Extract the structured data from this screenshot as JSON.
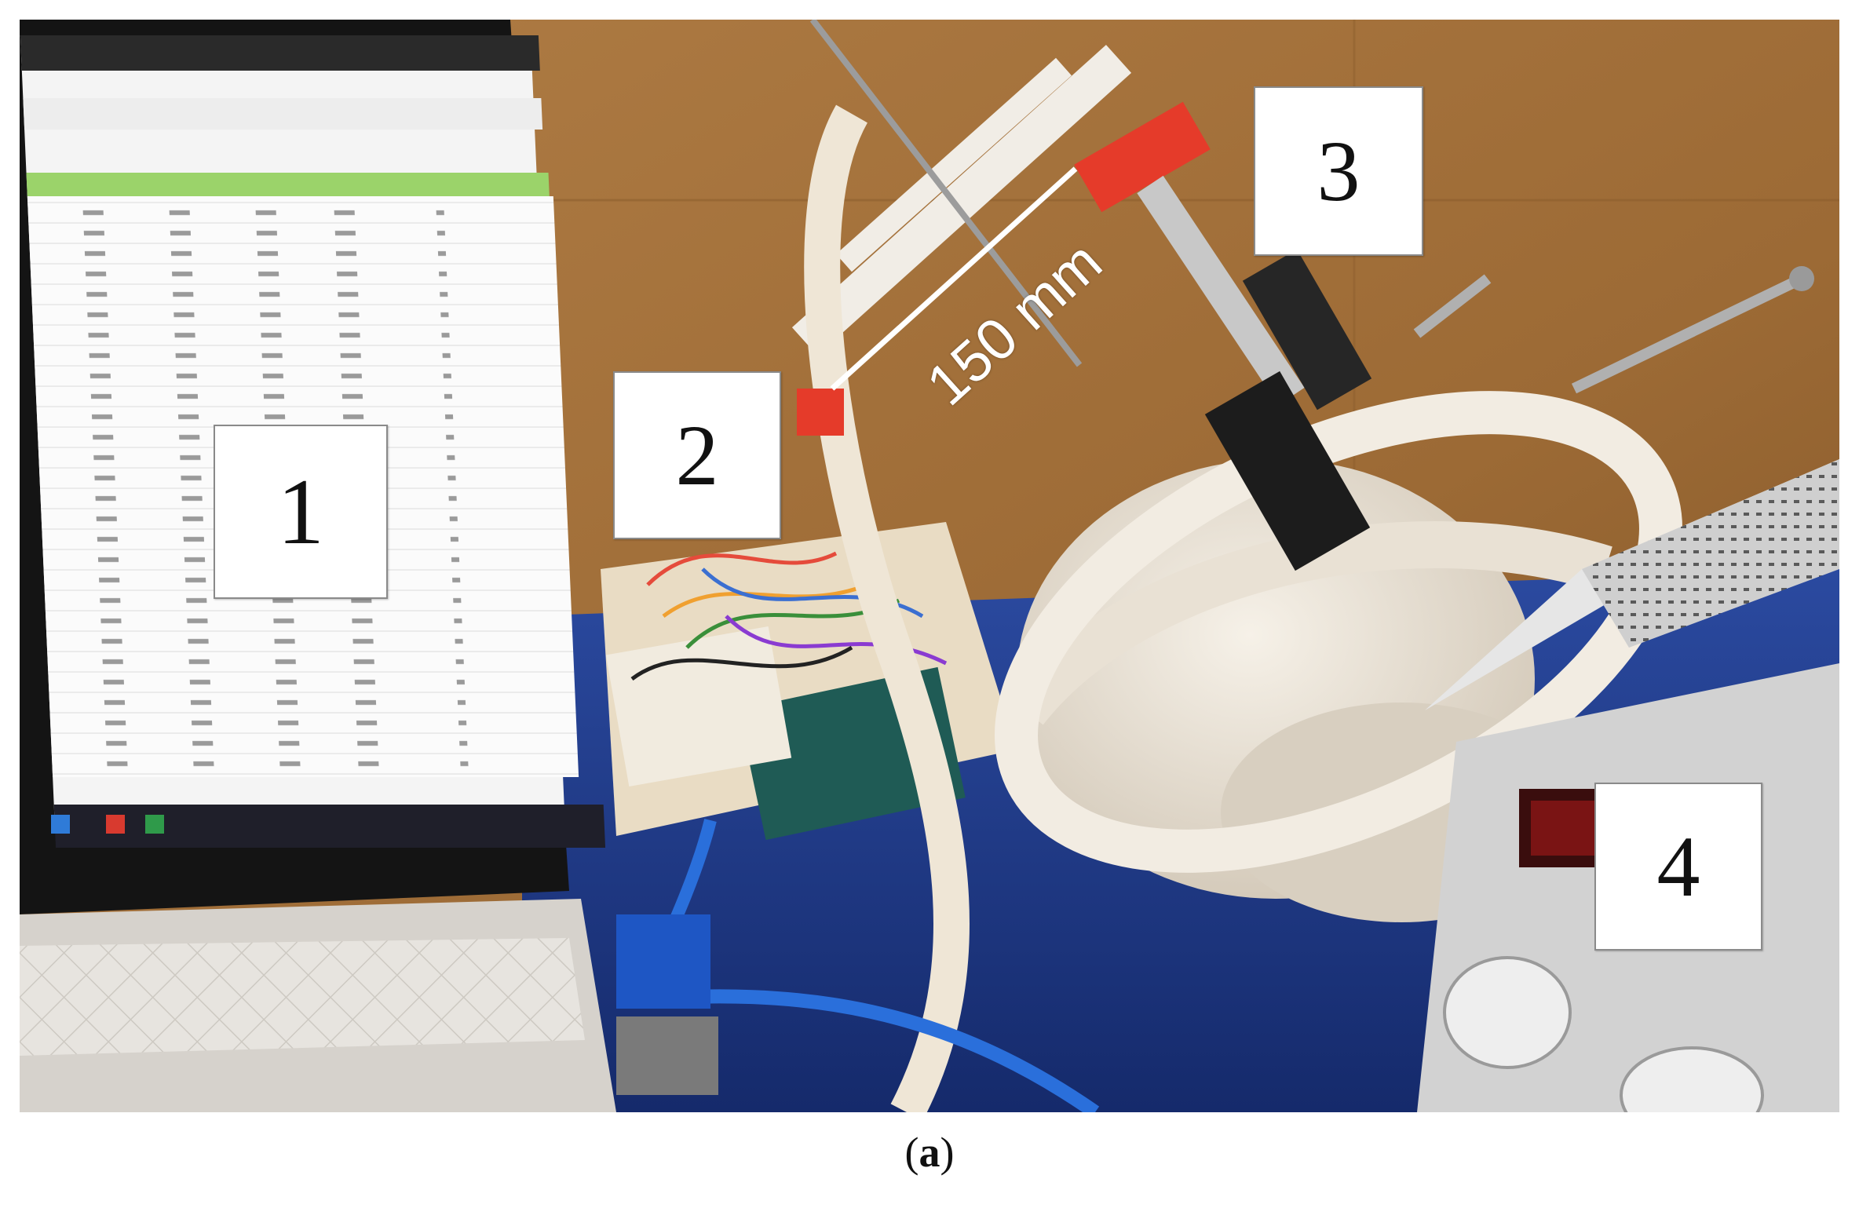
{
  "photo": {
    "alt": "",
    "labels": {
      "one": "1",
      "two": "2",
      "three": "3",
      "four": "4"
    },
    "dimension": "150 mm"
  },
  "caption": {
    "open": "(",
    "letter": "a",
    "close": ")"
  },
  "colors": {
    "cardboard": "#a8763f",
    "table": "#1f3a8a",
    "laptop_screen": "#f4f4f4",
    "phantom": "#efe8de",
    "power_supply": "#d9d9d9",
    "red_parts": "#e53b2a",
    "usb_cable": "#2a6fdb"
  }
}
